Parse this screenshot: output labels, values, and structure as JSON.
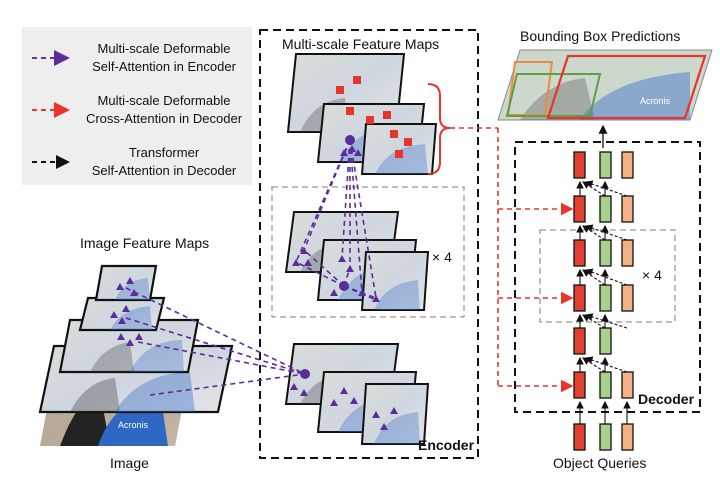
{
  "legend": {
    "items": [
      {
        "line1": "Multi-scale Deformable",
        "line2": "Self-Attention in Encoder",
        "color": "#6a2fa6"
      },
      {
        "line1": "Multi-scale Deformable",
        "line2": "Cross-Attention in Decoder",
        "color": "#e8342a"
      },
      {
        "line1": "Transformer",
        "line2": "Self-Attention in Decoder",
        "color": "#111111"
      }
    ]
  },
  "labels": {
    "multiscale_title": "Multi-scale Feature Maps",
    "bbox_title": "Bounding Box Predictions",
    "image_feature_title": "Image Feature Maps",
    "image": "Image",
    "encoder": "Encoder",
    "decoder": "Decoder",
    "object_queries": "Object Queries",
    "encoder_repeat": "× 4",
    "decoder_repeat": "× 4"
  },
  "image_text": {
    "brand": "Acronis"
  },
  "colors": {
    "purple": "#5b2c9a",
    "red": "#e8342a",
    "green": "#a9d18e",
    "orange": "#f4b183",
    "red_block": "#e0402f"
  }
}
